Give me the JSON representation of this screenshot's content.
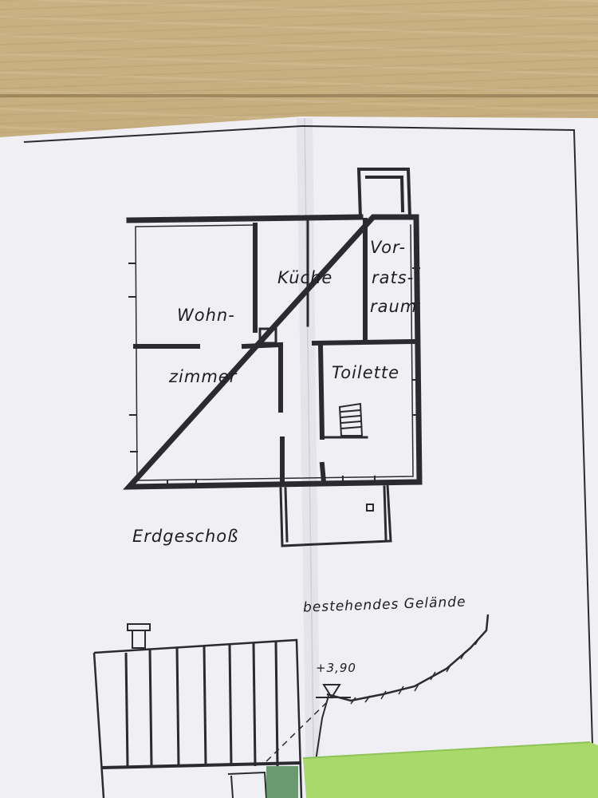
{
  "photo": {
    "subject": "floor plan sheet",
    "colors": {
      "table": "#c4ab7b",
      "paper": "#f1f0f3",
      "ink": "#2a2a30",
      "green_card": "#a8d86a"
    }
  },
  "plan": {
    "rooms": {
      "living_1": "Wohn-",
      "living_2": "zimmer",
      "kitchen": "Küche",
      "pantry_1": "Vor-",
      "pantry_2": "rats-",
      "pantry_3": "raum",
      "toilet": "Toilette"
    },
    "floor_label": "Erdgeschoß"
  },
  "section": {
    "terrain_label": "bestehendes Gelände",
    "elevation": "+3,90"
  }
}
